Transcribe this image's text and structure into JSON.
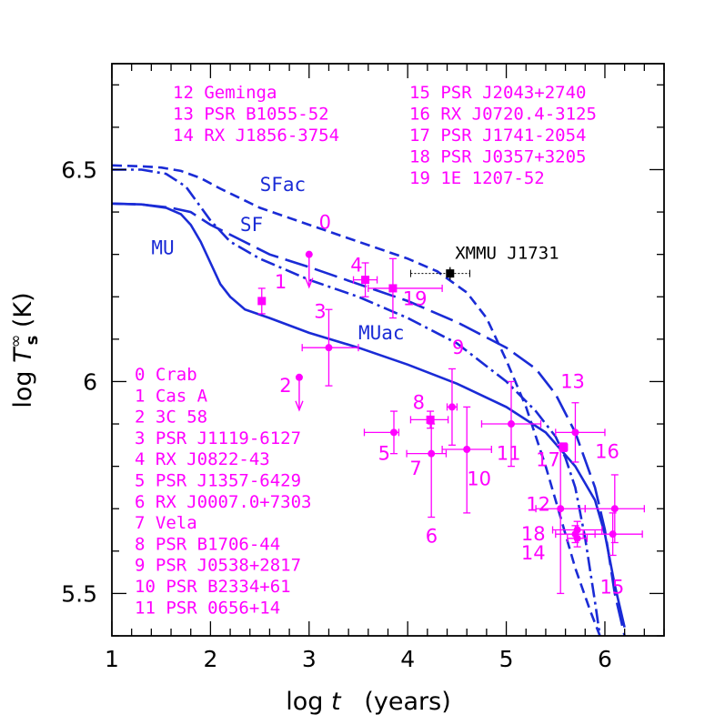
{
  "chart_data": {
    "type": "scatter",
    "xlabel_pre": "log ",
    "xlabel_var": "t",
    "xlabel_post": "   (years)",
    "ylabel_pre": "log ",
    "ylabel_var": "T",
    "ylabel_sup": "∞",
    "ylabel_sub": "s",
    "ylabel_post": "  (K)",
    "xlim": [
      1,
      6.6
    ],
    "ylim": [
      5.4,
      6.75
    ],
    "x_ticks": [
      {
        "v": 1,
        "label": "1"
      },
      {
        "v": 2,
        "label": "2"
      },
      {
        "v": 3,
        "label": "3"
      },
      {
        "v": 4,
        "label": "4"
      },
      {
        "v": 5,
        "label": "5"
      },
      {
        "v": 6,
        "label": "6"
      }
    ],
    "y_ticks": [
      {
        "v": 5.5,
        "label": "5.5"
      },
      {
        "v": 6.0,
        "label": "6"
      },
      {
        "v": 6.5,
        "label": "6.5"
      }
    ],
    "colors": {
      "curve": "#1a2bd6",
      "data": "#ff00ff",
      "special": "#000000"
    },
    "legend_left": [
      "0 Crab",
      "1 Cas A",
      "2 3C 58",
      "3 PSR J1119-6127",
      "4 RX J0822-43",
      "5 PSR J1357-6429",
      "6 RX J0007.0+7303",
      "7 Vela",
      "8 PSR B1706-44",
      "9 PSR J0538+2817",
      "10 PSR B2334+61",
      "11 PSR 0656+14"
    ],
    "legend_top_left": [
      "12 Geminga",
      "13 PSR B1055-52",
      "14 RX J1856-3754"
    ],
    "legend_top_right": [
      "15 PSR J2043+2740",
      "16 RX J0720.4-3125",
      "17 PSR J1741-2054",
      "18 PSR J0357+3205",
      "19 1E 1207-52"
    ],
    "series": [
      {
        "name": "MU",
        "style": "solid",
        "x": [
          1.0,
          1.3,
          1.55,
          1.7,
          1.8,
          1.9,
          2.0,
          2.1,
          2.2,
          2.35,
          2.6,
          3.0,
          3.5,
          4.0,
          4.5,
          5.0,
          5.4,
          5.7,
          5.9,
          6.0,
          6.1,
          6.2
        ],
        "y": [
          6.42,
          6.418,
          6.41,
          6.395,
          6.37,
          6.33,
          6.28,
          6.23,
          6.2,
          6.17,
          6.15,
          6.115,
          6.08,
          6.04,
          5.995,
          5.94,
          5.88,
          5.8,
          5.72,
          5.64,
          5.52,
          5.42
        ]
      },
      {
        "name": "MUac",
        "style": "dashdot",
        "x": [
          1.0,
          1.3,
          1.55,
          1.75,
          2.0,
          2.2,
          2.5,
          3.0,
          3.5,
          4.0,
          4.5,
          5.0,
          5.3,
          5.5,
          5.6,
          5.7,
          5.8,
          5.9,
          5.95
        ],
        "y": [
          6.5,
          6.5,
          6.49,
          6.46,
          6.38,
          6.33,
          6.29,
          6.24,
          6.2,
          6.15,
          6.09,
          6.0,
          5.93,
          5.87,
          5.82,
          5.75,
          5.63,
          5.48,
          5.4
        ]
      },
      {
        "name": "SF",
        "style": "longdash",
        "x": [
          1.0,
          1.3,
          1.6,
          1.8,
          2.0,
          2.3,
          2.6,
          3.0,
          3.5,
          4.0,
          4.5,
          5.0,
          5.3,
          5.5,
          5.7,
          5.9,
          6.0,
          6.1,
          6.2
        ],
        "y": [
          6.42,
          6.418,
          6.41,
          6.4,
          6.37,
          6.335,
          6.3,
          6.27,
          6.23,
          6.19,
          6.14,
          6.08,
          6.03,
          5.97,
          5.88,
          5.75,
          5.65,
          5.5,
          5.4
        ]
      },
      {
        "name": "SFac",
        "style": "dash",
        "x": [
          1.0,
          1.3,
          1.5,
          1.7,
          1.9,
          2.1,
          2.5,
          3.0,
          3.5,
          4.0,
          4.3,
          4.6,
          4.8,
          5.0,
          5.2,
          5.4,
          5.55,
          5.7,
          5.85,
          5.95,
          6.0
        ],
        "y": [
          6.51,
          6.508,
          6.505,
          6.497,
          6.48,
          6.455,
          6.41,
          6.37,
          6.33,
          6.29,
          6.26,
          6.21,
          6.15,
          6.05,
          5.94,
          5.8,
          5.68,
          5.56,
          5.46,
          5.4,
          5.38
        ]
      }
    ],
    "curve_labels": [
      {
        "text": "SFac",
        "x": 2.5,
        "y": 6.45
      },
      {
        "text": "SF",
        "x": 2.3,
        "y": 6.355
      },
      {
        "text": "MU",
        "x": 1.4,
        "y": 6.3
      },
      {
        "text": "MUac",
        "x": 3.5,
        "y": 6.1
      }
    ],
    "points": [
      {
        "id": "0",
        "x": 3.0,
        "y": 6.3,
        "shape": "circle",
        "xerr": [
          0,
          0
        ],
        "yerr": [
          0,
          0
        ],
        "upper_limit": true,
        "lx": 3.1,
        "ly": 6.36
      },
      {
        "id": "1",
        "x": 2.52,
        "y": 6.19,
        "shape": "square",
        "xerr": [
          0,
          0
        ],
        "yerr": [
          0.03,
          0.03
        ],
        "upper_limit": false,
        "lx": 2.65,
        "ly": 6.22
      },
      {
        "id": "2",
        "x": 2.9,
        "y": 6.01,
        "shape": "circle",
        "xerr": [
          0,
          0
        ],
        "yerr": [
          0,
          0
        ],
        "upper_limit": true,
        "lx": 2.7,
        "ly": 5.975
      },
      {
        "id": "3",
        "x": 3.2,
        "y": 6.08,
        "shape": "circle",
        "xerr": [
          0.27,
          0.3
        ],
        "yerr": [
          0.09,
          0.09
        ],
        "upper_limit": false,
        "lx": 3.05,
        "ly": 6.15
      },
      {
        "id": "4",
        "x": 3.57,
        "y": 6.24,
        "shape": "square",
        "xerr": [
          0.12,
          0.12
        ],
        "yerr": [
          0.04,
          0.04
        ],
        "upper_limit": false,
        "lx": 3.42,
        "ly": 6.26
      },
      {
        "id": "5",
        "x": 3.86,
        "y": 5.88,
        "shape": "circle",
        "xerr": [
          0.3,
          0.05
        ],
        "yerr": [
          0.05,
          0.05
        ],
        "upper_limit": false,
        "lx": 3.7,
        "ly": 5.815
      },
      {
        "id": "6",
        "x": 4.24,
        "y": 5.83,
        "shape": "circle",
        "xerr": [
          0.25,
          0.15
        ],
        "yerr": [
          0.15,
          0.07
        ],
        "upper_limit": false,
        "lx": 4.18,
        "ly": 5.62
      },
      {
        "id": "7",
        "x": 4.23,
        "y": 5.91,
        "shape": "square",
        "xerr": [
          0.2,
          0.18
        ],
        "yerr": [
          0.02,
          0.02
        ],
        "upper_limit": false,
        "lx": 4.02,
        "ly": 5.78
      },
      {
        "id": "8",
        "x": 4.45,
        "y": 5.94,
        "shape": "circle",
        "xerr": [
          0.05,
          0.05
        ],
        "yerr": [
          0.09,
          0.09
        ],
        "upper_limit": false,
        "lx": 4.05,
        "ly": 5.935
      },
      {
        "id": "9",
        "x": 4.6,
        "y": 5.84,
        "shape": "circle",
        "xerr": [
          0.25,
          0.25
        ],
        "yerr": [
          0.15,
          0.1
        ],
        "upper_limit": false,
        "lx": 4.45,
        "ly": 6.065
      },
      {
        "id": "10",
        "x": 5.05,
        "y": 5.9,
        "shape": "circle",
        "xerr": [
          0.3,
          0.3
        ],
        "yerr": [
          0.1,
          0.1
        ],
        "upper_limit": false,
        "lx": 4.6,
        "ly": 5.755
      },
      {
        "id": "11",
        "x": 5.55,
        "y": 5.7,
        "shape": "circle",
        "xerr": [
          0.25,
          0.25
        ],
        "yerr": [
          0.2,
          0.15
        ],
        "upper_limit": false,
        "lx": 4.9,
        "ly": 5.815
      },
      {
        "id": "12",
        "x": 5.7,
        "y": 5.88,
        "shape": "circle",
        "xerr": [
          0.2,
          0.3
        ],
        "yerr": [
          0.07,
          0.07
        ],
        "upper_limit": false,
        "lx": 5.2,
        "ly": 5.695
      },
      {
        "id": "13",
        "x": 5.58,
        "y": 5.845,
        "shape": "square",
        "xerr": [
          0.04,
          0.04
        ],
        "yerr": [
          0.01,
          0.01
        ],
        "upper_limit": false,
        "lx": 5.55,
        "ly": 5.985
      },
      {
        "id": "14",
        "x": 5.7,
        "y": 5.64,
        "shape": "circle",
        "xerr": [
          0.2,
          0.2
        ],
        "yerr": [
          0.02,
          0.02
        ],
        "upper_limit": false,
        "lx": 5.15,
        "ly": 5.58
      },
      {
        "id": "15",
        "x": 6.08,
        "y": 5.64,
        "shape": "circle",
        "xerr": [
          0.3,
          0.3
        ],
        "yerr": [
          0.05,
          0.05
        ],
        "upper_limit": false,
        "lx": 5.95,
        "ly": 5.5
      },
      {
        "id": "16",
        "x": 6.1,
        "y": 5.7,
        "shape": "circle",
        "xerr": [
          0.3,
          0.3
        ],
        "yerr": [
          0.08,
          0.08
        ],
        "upper_limit": false,
        "lx": 5.9,
        "ly": 5.82
      },
      {
        "id": "17",
        "x": 5.72,
        "y": 5.63,
        "shape": "circle",
        "xerr": [
          0.1,
          0.1
        ],
        "yerr": [
          0.02,
          0.02
        ],
        "upper_limit": false,
        "lx": 5.3,
        "ly": 5.8
      },
      {
        "id": "18",
        "x": 5.72,
        "y": 5.65,
        "shape": "circle",
        "xerr": [
          0.25,
          0.25
        ],
        "yerr": [
          0.02,
          0.02
        ],
        "upper_limit": false,
        "lx": 5.15,
        "ly": 5.625
      },
      {
        "id": "19",
        "x": 3.85,
        "y": 6.22,
        "shape": "square",
        "xerr": [
          0.25,
          0.5
        ],
        "yerr": [
          0.07,
          0.07
        ],
        "upper_limit": false,
        "lx": 3.95,
        "ly": 6.18
      }
    ],
    "special_point": {
      "label": "XMMU J1731",
      "x": 4.43,
      "y": 6.255,
      "xerr": [
        0.4,
        0.2
      ],
      "yerr": [
        0.015,
        0.015
      ],
      "lx": 4.48,
      "ly": 6.29
    }
  }
}
